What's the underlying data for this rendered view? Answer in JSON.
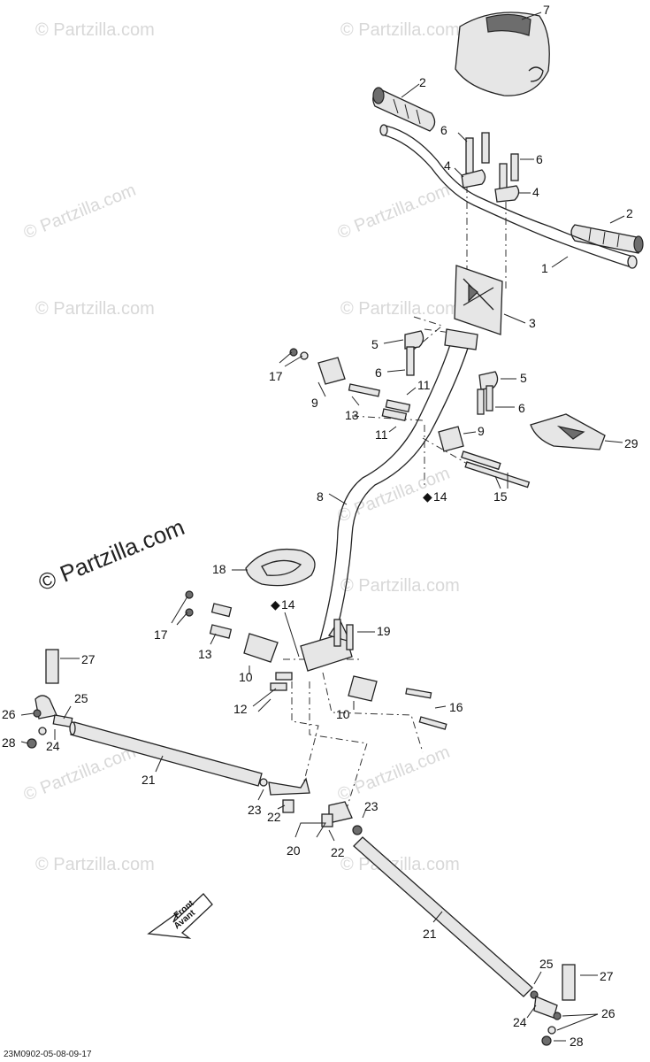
{
  "diagram": {
    "watermark_large": "© Partzilla.com",
    "watermark_small": "© Partzilla.com",
    "reference_code": "23M0902-05-08-09-17",
    "direction_label_en": "Front",
    "direction_label_fr": "Avant",
    "lubricant_symbol": "◆"
  },
  "callouts": {
    "c1": "1",
    "c2a": "2",
    "c2b": "2",
    "c3": "3",
    "c4a": "4",
    "c4b": "4",
    "c5a": "5",
    "c5b": "5",
    "c6a": "6",
    "c6b": "6",
    "c6c": "6",
    "c6d": "6",
    "c7": "7",
    "c8": "8",
    "c9a": "9",
    "c9b": "9",
    "c10a": "10",
    "c10b": "10",
    "c11a": "11",
    "c11b": "11",
    "c12": "12",
    "c13a": "13",
    "c13b": "13",
    "c14a": "14",
    "c14b": "14",
    "c15": "15",
    "c16": "16",
    "c17a": "17",
    "c17b": "17",
    "c18": "18",
    "c19": "19",
    "c20": "20",
    "c21a": "21",
    "c21b": "21",
    "c22a": "22",
    "c22b": "22",
    "c23a": "23",
    "c23b": "23",
    "c24a": "24",
    "c24b": "24",
    "c25a": "25",
    "c25b": "25",
    "c26a": "26",
    "c26b": "26",
    "c27a": "27",
    "c27b": "27",
    "c28a": "28",
    "c28b": "28",
    "c29": "29"
  }
}
